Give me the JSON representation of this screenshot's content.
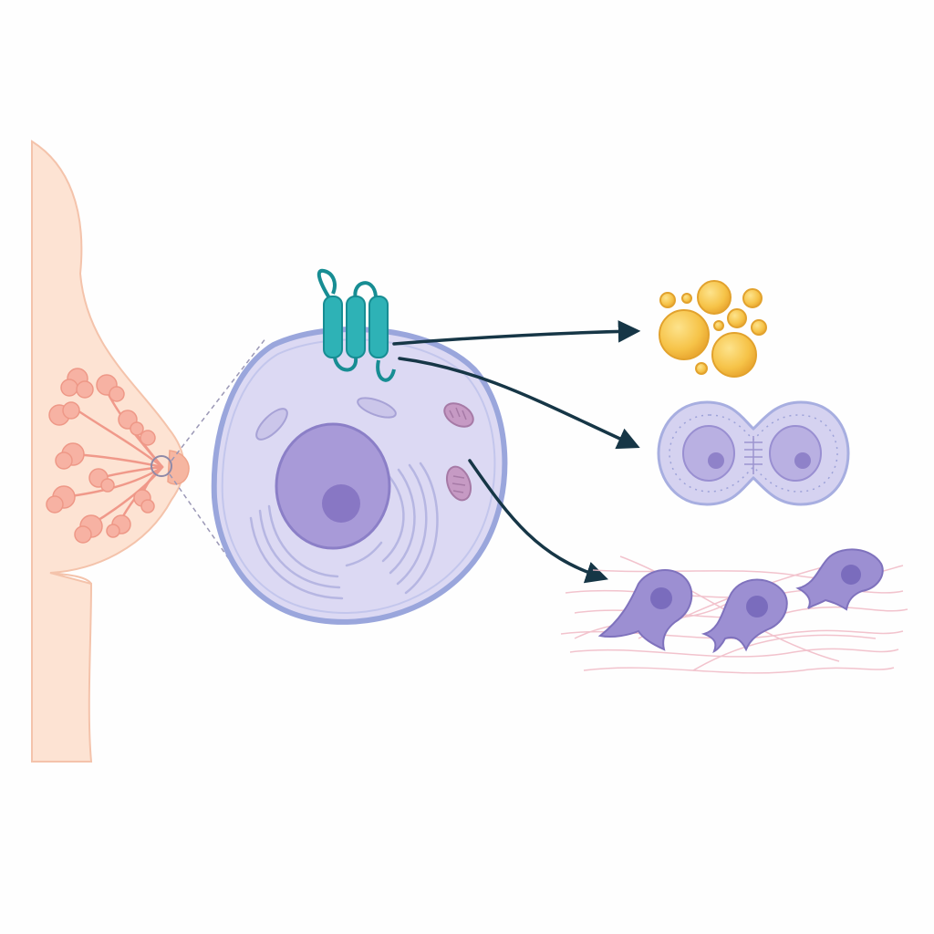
{
  "diagram": {
    "labels": [],
    "panels": [
      {
        "id": "breast-tissue",
        "label": ""
      },
      {
        "id": "epithelial-cell",
        "label": ""
      },
      {
        "id": "lipid-droplets",
        "label": ""
      },
      {
        "id": "cell-division",
        "label": ""
      },
      {
        "id": "cell-migration",
        "label": ""
      }
    ],
    "arrows": [
      {
        "from": "membrane-receptor",
        "to": "lipid-droplets"
      },
      {
        "from": "membrane-receptor",
        "to": "cell-division"
      },
      {
        "from": "epithelial-cell",
        "to": "cell-migration"
      }
    ]
  },
  "colors": {
    "skin": "#fde3d3",
    "skin_outline": "#f4c3ab",
    "lobule": "#f5a89a",
    "cell_fill": "#dcd9f3",
    "cell_outline": "#9aa6dc",
    "nucleus": "#a89ad8",
    "nucleolus": "#8877c4",
    "mitochondria": "#c69ac4",
    "receptor": "#2eb2b6",
    "receptor_dark": "#178d93",
    "lipid": "#f6c348",
    "lipid_outline": "#e2a22d",
    "arrow": "#163646",
    "fiber": "#f0b9c5",
    "migrating_cell": "#9c8fd2"
  }
}
